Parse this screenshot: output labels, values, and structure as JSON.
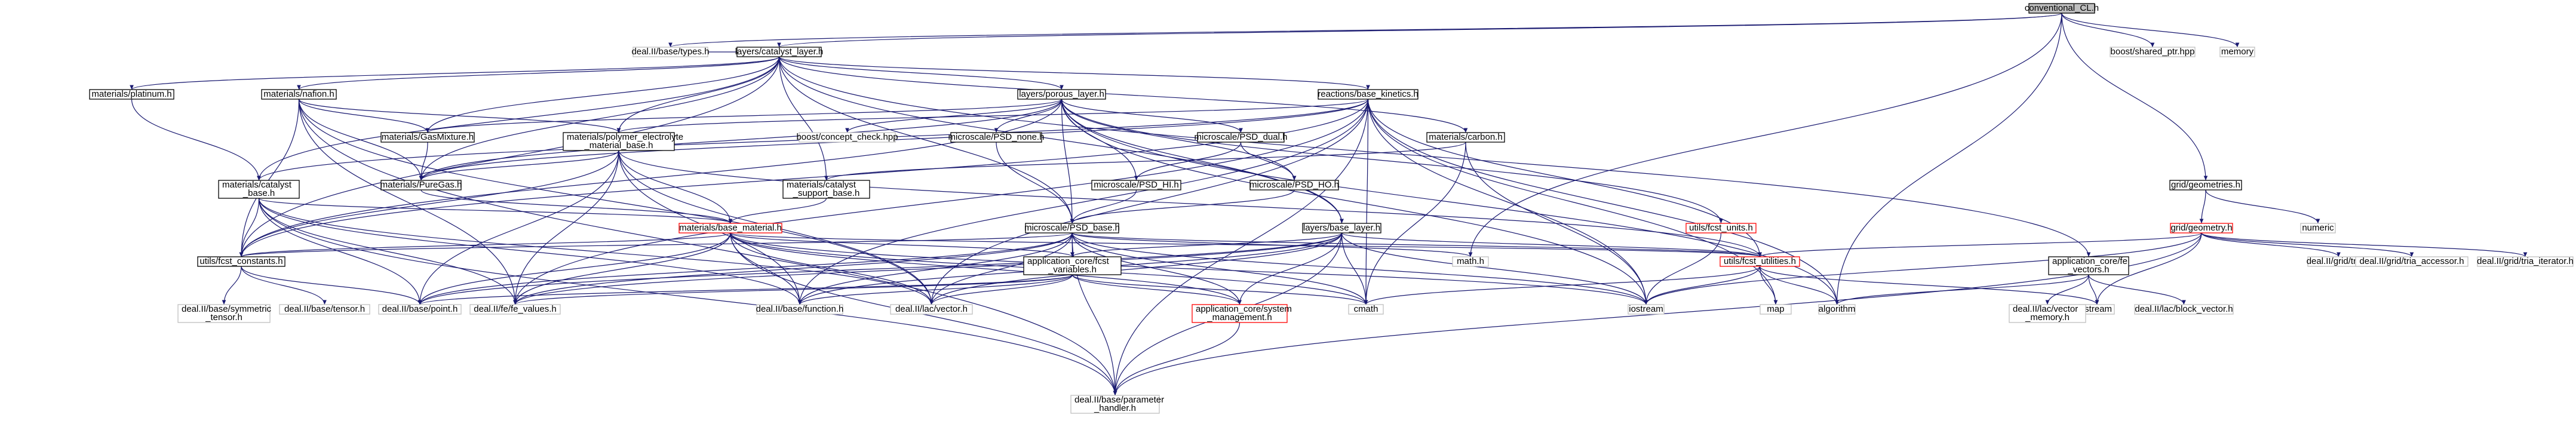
{
  "graph": {
    "colors": {
      "root_fill": "#bfbfbf",
      "node_fill": "#ffffff",
      "node_border": "#000000",
      "missing_border": "#bfbfbf",
      "incomplete_border": "#ff0000",
      "edge": "#191970",
      "text": "#000000"
    },
    "nodes": [
      {
        "id": "conventional",
        "label": [
          "conventional_CL.h"
        ],
        "kind": "root"
      },
      {
        "id": "types",
        "label": [
          "deal.II/base/types.h"
        ],
        "kind": "missing"
      },
      {
        "id": "catlayer",
        "label": [
          "layers/catalyst_layer.h"
        ],
        "kind": "normal"
      },
      {
        "id": "sharedptr",
        "label": [
          "boost/shared_ptr.hpp"
        ],
        "kind": "missing"
      },
      {
        "id": "memory",
        "label": [
          "memory"
        ],
        "kind": "missing"
      },
      {
        "id": "platinum",
        "label": [
          "materials/platinum.h"
        ],
        "kind": "normal"
      },
      {
        "id": "nafion",
        "label": [
          "materials/nafion.h"
        ],
        "kind": "normal"
      },
      {
        "id": "porous",
        "label": [
          "layers/porous_layer.h"
        ],
        "kind": "normal"
      },
      {
        "id": "reactions",
        "label": [
          "reactions/base_kinetics.h"
        ],
        "kind": "normal"
      },
      {
        "id": "polymer",
        "label": [
          "materials/polymer_electrolyte",
          "_material_base.h"
        ],
        "kind": "normal"
      },
      {
        "id": "gasmix",
        "label": [
          "materials/GasMixture.h"
        ],
        "kind": "normal"
      },
      {
        "id": "concept",
        "label": [
          "boost/concept_check.hpp"
        ],
        "kind": "missing"
      },
      {
        "id": "psdnone",
        "label": [
          "microscale/PSD_none.h"
        ],
        "kind": "normal"
      },
      {
        "id": "psddual",
        "label": [
          "microscale/PSD_dual.h"
        ],
        "kind": "normal"
      },
      {
        "id": "carbon",
        "label": [
          "materials/carbon.h"
        ],
        "kind": "normal"
      },
      {
        "id": "geometries",
        "label": [
          "grid/geometries.h"
        ],
        "kind": "normal"
      },
      {
        "id": "catbase",
        "label": [
          "materials/catalyst",
          "_base.h"
        ],
        "kind": "normal"
      },
      {
        "id": "puregas",
        "label": [
          "materials/PureGas.h"
        ],
        "kind": "normal"
      },
      {
        "id": "catsupport",
        "label": [
          "materials/catalyst",
          "_support_base.h"
        ],
        "kind": "normal"
      },
      {
        "id": "psdhi",
        "label": [
          "microscale/PSD_HI.h"
        ],
        "kind": "normal"
      },
      {
        "id": "psdho",
        "label": [
          "microscale/PSD_HO.h"
        ],
        "kind": "normal"
      },
      {
        "id": "fcstunits",
        "label": [
          "utils/fcst_units.h"
        ],
        "kind": "incomplete"
      },
      {
        "id": "geometry",
        "label": [
          "grid/geometry.h"
        ],
        "kind": "incomplete"
      },
      {
        "id": "numeric",
        "label": [
          "numeric"
        ],
        "kind": "missing"
      },
      {
        "id": "basematerial",
        "label": [
          "materials/base_material.h"
        ],
        "kind": "incomplete"
      },
      {
        "id": "psdbase",
        "label": [
          "microscale/PSD_base.h"
        ],
        "kind": "normal"
      },
      {
        "id": "baselayer",
        "label": [
          "layers/base_layer.h"
        ],
        "kind": "normal"
      },
      {
        "id": "fevectors",
        "label": [
          "application_core/fe",
          "_vectors.h"
        ],
        "kind": "normal"
      },
      {
        "id": "fcstconst",
        "label": [
          "utils/fcst_constants.h"
        ],
        "kind": "normal"
      },
      {
        "id": "appfcst",
        "label": [
          "application_core/fcst",
          "_variables.h"
        ],
        "kind": "normal"
      },
      {
        "id": "mathh",
        "label": [
          "math.h"
        ],
        "kind": "missing"
      },
      {
        "id": "fcstutil",
        "label": [
          "utils/fcst_utilities.h"
        ],
        "kind": "incomplete"
      },
      {
        "id": "tria",
        "label": [
          "deal.II/grid/tria.h"
        ],
        "kind": "missing"
      },
      {
        "id": "triaacc",
        "label": [
          "deal.II/grid/tria_accessor.h"
        ],
        "kind": "missing"
      },
      {
        "id": "triaiter",
        "label": [
          "deal.II/grid/tria_iterator.h"
        ],
        "kind": "missing"
      },
      {
        "id": "symtensor",
        "label": [
          "deal.II/base/symmetric",
          "_tensor.h"
        ],
        "kind": "missing"
      },
      {
        "id": "tensor",
        "label": [
          "deal.II/base/tensor.h"
        ],
        "kind": "missing"
      },
      {
        "id": "point",
        "label": [
          "deal.II/base/point.h"
        ],
        "kind": "missing"
      },
      {
        "id": "fevalues",
        "label": [
          "deal.II/fe/fe_values.h"
        ],
        "kind": "missing"
      },
      {
        "id": "function",
        "label": [
          "deal.II/base/function.h"
        ],
        "kind": "missing"
      },
      {
        "id": "vector",
        "label": [
          "deal.II/lac/vector.h"
        ],
        "kind": "missing"
      },
      {
        "id": "appsys",
        "label": [
          "application_core/system",
          "_management.h"
        ],
        "kind": "incomplete"
      },
      {
        "id": "cmath",
        "label": [
          "cmath"
        ],
        "kind": "missing"
      },
      {
        "id": "iostream",
        "label": [
          "iostream"
        ],
        "kind": "missing"
      },
      {
        "id": "map",
        "label": [
          "map"
        ],
        "kind": "missing"
      },
      {
        "id": "algorithm",
        "label": [
          "algorithm"
        ],
        "kind": "missing"
      },
      {
        "id": "fstream",
        "label": [
          "fstream"
        ],
        "kind": "missing"
      },
      {
        "id": "vecmem",
        "label": [
          "deal.II/lac/vector",
          "_memory.h"
        ],
        "kind": "missing"
      },
      {
        "id": "blockvec",
        "label": [
          "deal.II/lac/block_vector.h"
        ],
        "kind": "missing"
      },
      {
        "id": "paramhandler",
        "label": [
          "deal.II/base/parameter",
          "_handler.h"
        ],
        "kind": "missing"
      }
    ],
    "edges": [
      [
        "conventional",
        "types"
      ],
      [
        "conventional",
        "catlayer"
      ],
      [
        "conventional",
        "sharedptr"
      ],
      [
        "conventional",
        "memory"
      ],
      [
        "conventional",
        "mathh"
      ],
      [
        "conventional",
        "algorithm"
      ],
      [
        "conventional",
        "geometries"
      ],
      [
        "catlayer",
        "types"
      ],
      [
        "catlayer",
        "platinum"
      ],
      [
        "catlayer",
        "nafion"
      ],
      [
        "catlayer",
        "porous"
      ],
      [
        "catlayer",
        "reactions"
      ],
      [
        "catlayer",
        "polymer"
      ],
      [
        "catlayer",
        "gasmix"
      ],
      [
        "catlayer",
        "carbon"
      ],
      [
        "catlayer",
        "catbase"
      ],
      [
        "catlayer",
        "puregas"
      ],
      [
        "catlayer",
        "catsupport"
      ],
      [
        "catlayer",
        "fcstconst"
      ],
      [
        "catlayer",
        "fevectors"
      ],
      [
        "catlayer",
        "baselayer"
      ],
      [
        "catlayer",
        "psdbase"
      ],
      [
        "platinum",
        "catbase"
      ],
      [
        "nafion",
        "polymer"
      ],
      [
        "nafion",
        "puregas"
      ],
      [
        "nafion",
        "gasmix"
      ],
      [
        "nafion",
        "fcstconst"
      ],
      [
        "nafion",
        "paramhandler"
      ],
      [
        "nafion",
        "fevalues"
      ],
      [
        "nafion",
        "vector"
      ],
      [
        "porous",
        "gasmix"
      ],
      [
        "porous",
        "puregas"
      ],
      [
        "porous",
        "concept"
      ],
      [
        "porous",
        "psdnone"
      ],
      [
        "porous",
        "psddual"
      ],
      [
        "porous",
        "psdhi"
      ],
      [
        "porous",
        "psdho"
      ],
      [
        "porous",
        "fcstunits"
      ],
      [
        "porous",
        "baselayer"
      ],
      [
        "porous",
        "psdbase"
      ],
      [
        "porous",
        "fcstconst"
      ],
      [
        "porous",
        "algorithm"
      ],
      [
        "porous",
        "iostream"
      ],
      [
        "reactions",
        "polymer"
      ],
      [
        "reactions",
        "catbase"
      ],
      [
        "reactions",
        "puregas"
      ],
      [
        "reactions",
        "fcstutil"
      ],
      [
        "reactions",
        "fevalues"
      ],
      [
        "reactions",
        "function"
      ],
      [
        "reactions",
        "vector"
      ],
      [
        "reactions",
        "cmath"
      ],
      [
        "reactions",
        "map"
      ],
      [
        "reactions",
        "algorithm"
      ],
      [
        "reactions",
        "paramhandler"
      ],
      [
        "reactions",
        "iostream"
      ],
      [
        "reactions",
        "fcstconst"
      ],
      [
        "polymer",
        "basematerial"
      ],
      [
        "polymer",
        "fcstconst"
      ],
      [
        "polymer",
        "fcstutil"
      ],
      [
        "polymer",
        "point"
      ],
      [
        "polymer",
        "fevalues"
      ],
      [
        "polymer",
        "function"
      ],
      [
        "polymer",
        "vector"
      ],
      [
        "polymer",
        "puregas"
      ],
      [
        "gasmix",
        "puregas"
      ],
      [
        "psdnone",
        "psdbase"
      ],
      [
        "psddual",
        "psdhi"
      ],
      [
        "psddual",
        "psdho"
      ],
      [
        "psdhi",
        "psdbase"
      ],
      [
        "psdho",
        "psdbase"
      ],
      [
        "carbon",
        "catsupport"
      ],
      [
        "carbon",
        "iostream"
      ],
      [
        "carbon",
        "cmath"
      ],
      [
        "geometries",
        "geometry"
      ],
      [
        "geometries",
        "numeric"
      ],
      [
        "catbase",
        "basematerial"
      ],
      [
        "catbase",
        "fcstconst"
      ],
      [
        "catbase",
        "point"
      ],
      [
        "catbase",
        "fevalues"
      ],
      [
        "catbase",
        "function"
      ],
      [
        "catbase",
        "vector"
      ],
      [
        "catbase",
        "paramhandler"
      ],
      [
        "puregas",
        "basematerial"
      ],
      [
        "catsupport",
        "basematerial"
      ],
      [
        "fcstunits",
        "iostream"
      ],
      [
        "geometry",
        "fcstutil"
      ],
      [
        "geometry",
        "tria"
      ],
      [
        "geometry",
        "triaacc"
      ],
      [
        "geometry",
        "triaiter"
      ],
      [
        "geometry",
        "fstream"
      ],
      [
        "geometry",
        "paramhandler"
      ],
      [
        "geometry",
        "iostream"
      ],
      [
        "basematerial",
        "fcstconst"
      ],
      [
        "basematerial",
        "fcstutil"
      ],
      [
        "basematerial",
        "appfcst"
      ],
      [
        "basematerial",
        "appsys"
      ],
      [
        "basematerial",
        "point"
      ],
      [
        "basematerial",
        "fevalues"
      ],
      [
        "basematerial",
        "function"
      ],
      [
        "basematerial",
        "vector"
      ],
      [
        "basematerial",
        "cmath"
      ],
      [
        "basematerial",
        "iostream"
      ],
      [
        "basematerial",
        "paramhandler"
      ],
      [
        "psdbase",
        "appfcst"
      ],
      [
        "psdbase",
        "appsys"
      ],
      [
        "psdbase",
        "mathh"
      ],
      [
        "psdbase",
        "fcstutil"
      ],
      [
        "psdbase",
        "point"
      ],
      [
        "psdbase",
        "fevalues"
      ],
      [
        "psdbase",
        "function"
      ],
      [
        "psdbase",
        "vector"
      ],
      [
        "psdbase",
        "cmath"
      ],
      [
        "psdbase",
        "paramhandler"
      ],
      [
        "psdbase",
        "fcstconst"
      ],
      [
        "psdbase",
        "iostream"
      ],
      [
        "baselayer",
        "appfcst"
      ],
      [
        "baselayer",
        "appsys"
      ],
      [
        "baselayer",
        "fcstutil"
      ],
      [
        "baselayer",
        "point"
      ],
      [
        "baselayer",
        "fevalues"
      ],
      [
        "baselayer",
        "function"
      ],
      [
        "baselayer",
        "vector"
      ],
      [
        "baselayer",
        "cmath"
      ],
      [
        "baselayer",
        "iostream"
      ],
      [
        "baselayer",
        "paramhandler"
      ],
      [
        "fevectors",
        "algorithm"
      ],
      [
        "fevectors",
        "vecmem"
      ],
      [
        "fevectors",
        "blockvec"
      ],
      [
        "fevectors",
        "fstream"
      ],
      [
        "fcstconst",
        "symtensor"
      ],
      [
        "fcstconst",
        "tensor"
      ],
      [
        "fcstconst",
        "point"
      ],
      [
        "appfcst",
        "appsys"
      ],
      [
        "appfcst",
        "point"
      ],
      [
        "appfcst",
        "function"
      ],
      [
        "appfcst",
        "vector"
      ],
      [
        "appfcst",
        "fevalues"
      ],
      [
        "appfcst",
        "cmath"
      ],
      [
        "fcstutil",
        "cmath"
      ],
      [
        "fcstutil",
        "iostream"
      ],
      [
        "fcstutil",
        "map"
      ],
      [
        "fcstutil",
        "algorithm"
      ],
      [
        "fcstutil",
        "fstream"
      ],
      [
        "appsys",
        "paramhandler"
      ]
    ]
  }
}
